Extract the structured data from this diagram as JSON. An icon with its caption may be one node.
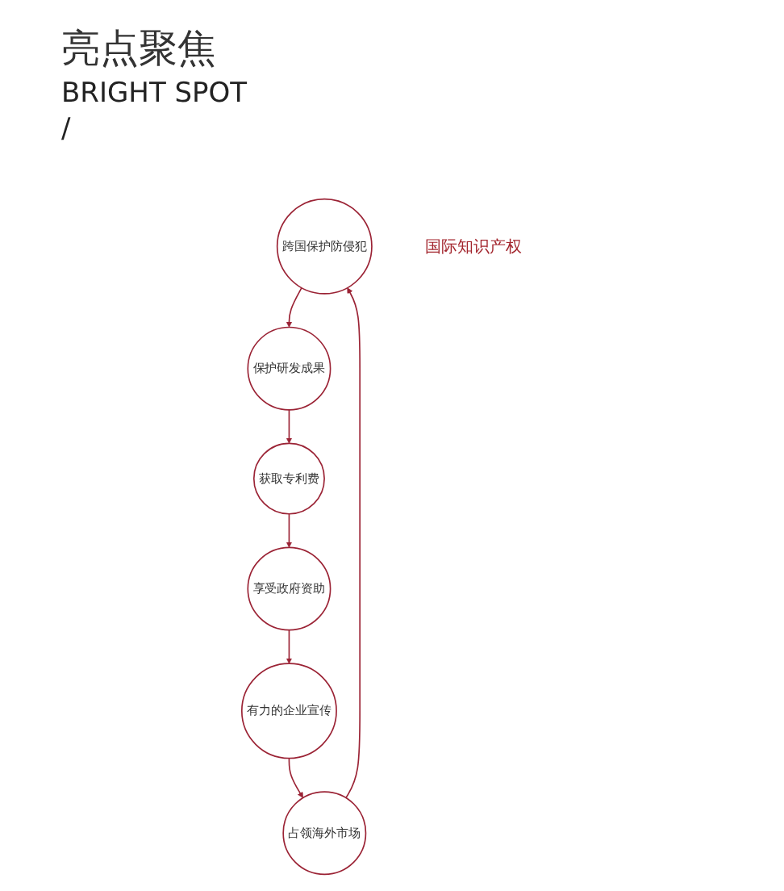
{
  "diagram": {
    "title": "亮点聚焦",
    "nodes": [
      {
        "text": [
          "跨国保护防侵犯"
        ]
      },
      {
        "text": [
          "保护研发成果"
        ]
      },
      {
        "text": [
          "占领海外市场"
        ]
      },
      {
        "text": [
          "国际知识产权"
        ]
      },
      {
        "text": [
          "获取专利费"
        ]
      },
      {
        "text": [
          "有力的企业宣传"
        ]
      },
      {
        "text": [
          "享受政府资助"
        ]
      }
    ],
    "edges": [
      {
        "from": 0,
        "to": 1,
        "arrow": "to"
      },
      {
        "from": 1,
        "to": 4,
        "arrow": "to"
      },
      {
        "from": 4,
        "to": 6,
        "arrow": "to"
      },
      {
        "from": 6,
        "to": 5,
        "arrow": "to"
      },
      {
        "from": 5,
        "to": 2,
        "arrow": "to"
      },
      {
        "from": 2,
        "to": 0,
        "arrow": "to"
      }
    ],
    "labels": [
      "BRIGHT SPOT",
      "/"
    ]
  }
}
